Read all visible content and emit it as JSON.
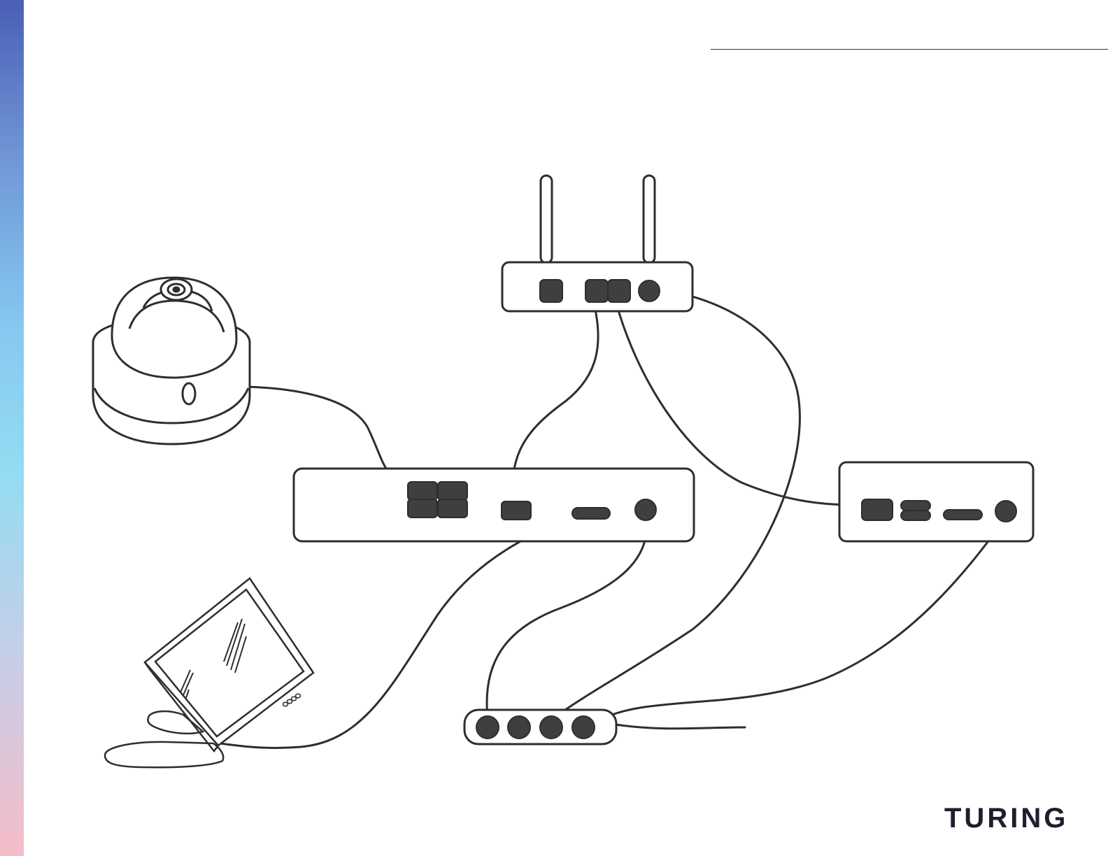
{
  "brand": {
    "logo_text": "TURING"
  },
  "colors": {
    "stroke": "#2e2e2e",
    "port_fill": "#3f3f3f",
    "side_bar_top": "#4a5fb5",
    "side_bar_bottom": "#f4bcc7"
  },
  "diagram": {
    "devices": [
      {
        "name": "dome-camera",
        "icon": "dome-camera-icon"
      },
      {
        "name": "wifi-router",
        "icon": "router-icon"
      },
      {
        "name": "nvr-recorder",
        "icon": "nvr-icon"
      },
      {
        "name": "modem",
        "icon": "modem-icon"
      },
      {
        "name": "monitor",
        "icon": "monitor-icon"
      },
      {
        "name": "power-strip",
        "icon": "power-strip-icon"
      }
    ],
    "connections": [
      {
        "from": "dome-camera",
        "to": "nvr-recorder"
      },
      {
        "from": "wifi-router",
        "to": "nvr-recorder"
      },
      {
        "from": "wifi-router",
        "to": "modem"
      },
      {
        "from": "wifi-router",
        "to": "power-strip"
      },
      {
        "from": "nvr-recorder",
        "to": "monitor"
      },
      {
        "from": "nvr-recorder",
        "to": "power-strip"
      },
      {
        "from": "modem",
        "to": "power-strip"
      }
    ]
  }
}
